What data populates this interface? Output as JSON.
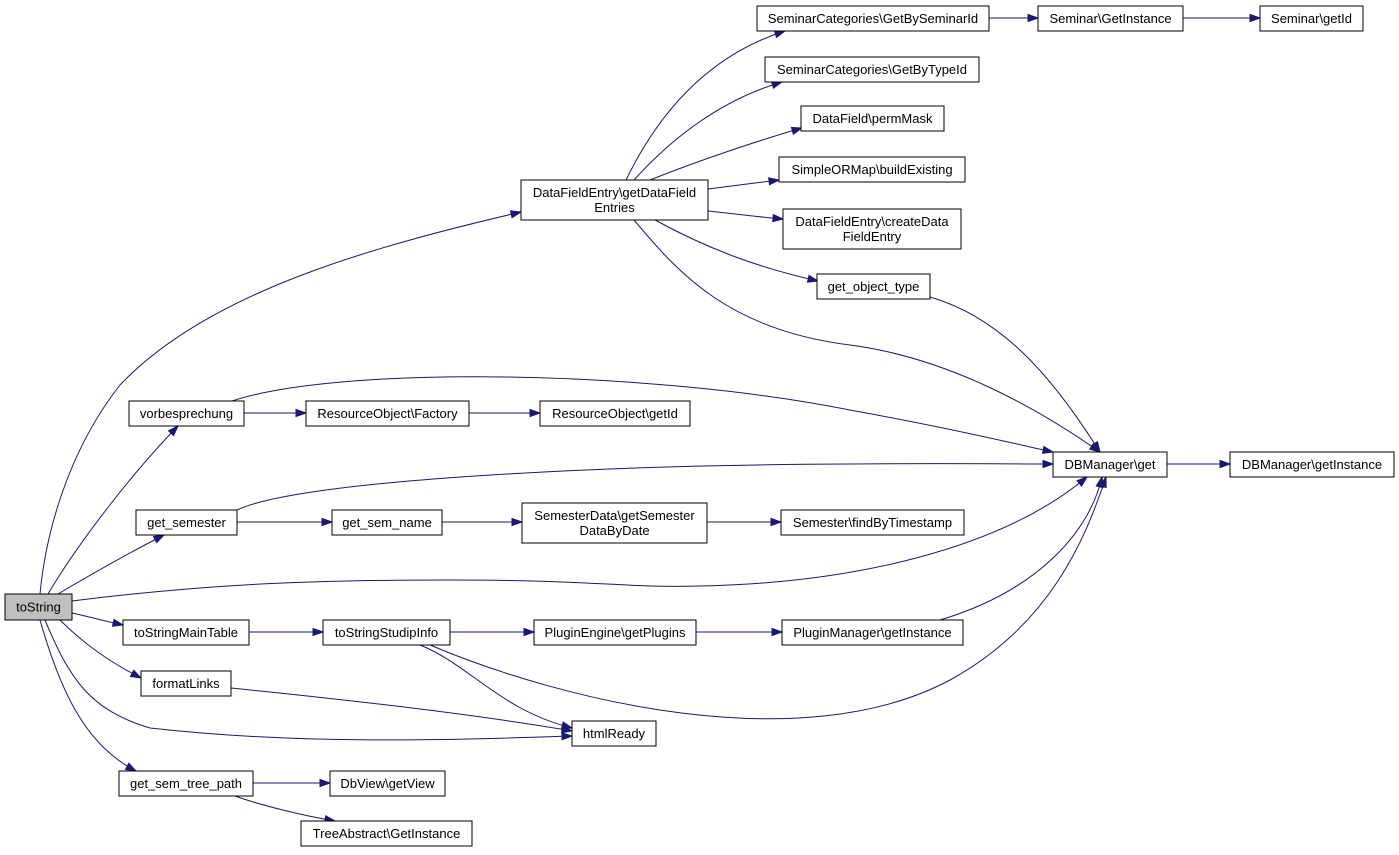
{
  "diagram": {
    "nodes": [
      {
        "id": "toString",
        "lines": [
          "toString"
        ],
        "root": true
      },
      {
        "id": "getDataFieldEntries",
        "lines": [
          "DataFieldEntry\\getDataField",
          "Entries"
        ]
      },
      {
        "id": "scGetBySeminarId",
        "lines": [
          "SeminarCategories\\GetBySeminarId"
        ]
      },
      {
        "id": "seminarGetInstance",
        "lines": [
          "Seminar\\GetInstance"
        ]
      },
      {
        "id": "seminarGetId",
        "lines": [
          "Seminar\\getId"
        ]
      },
      {
        "id": "scGetByTypeId",
        "lines": [
          "SeminarCategories\\GetByTypeId"
        ]
      },
      {
        "id": "permMask",
        "lines": [
          "DataField\\permMask"
        ]
      },
      {
        "id": "buildExisting",
        "lines": [
          "SimpleORMap\\buildExisting"
        ]
      },
      {
        "id": "createDataFieldEntry",
        "lines": [
          "DataFieldEntry\\createData",
          "FieldEntry"
        ]
      },
      {
        "id": "getObjectType",
        "lines": [
          "get_object_type"
        ]
      },
      {
        "id": "vorbesprechung",
        "lines": [
          "vorbesprechung"
        ]
      },
      {
        "id": "roFactory",
        "lines": [
          "ResourceObject\\Factory"
        ]
      },
      {
        "id": "roGetId",
        "lines": [
          "ResourceObject\\getId"
        ]
      },
      {
        "id": "dbGet",
        "lines": [
          "DBManager\\get"
        ]
      },
      {
        "id": "dbGetInstance",
        "lines": [
          "DBManager\\getInstance"
        ]
      },
      {
        "id": "getSemester",
        "lines": [
          "get_semester"
        ]
      },
      {
        "id": "getSemName",
        "lines": [
          "get_sem_name"
        ]
      },
      {
        "id": "semesterDataByDate",
        "lines": [
          "SemesterData\\getSemester",
          "DataByDate"
        ]
      },
      {
        "id": "findByTimestamp",
        "lines": [
          "Semester\\findByTimestamp"
        ]
      },
      {
        "id": "toStringMainTable",
        "lines": [
          "toStringMainTable"
        ]
      },
      {
        "id": "toStringStudipInfo",
        "lines": [
          "toStringStudipInfo"
        ]
      },
      {
        "id": "getPlugins",
        "lines": [
          "PluginEngine\\getPlugins"
        ]
      },
      {
        "id": "pmGetInstance",
        "lines": [
          "PluginManager\\getInstance"
        ]
      },
      {
        "id": "formatLinks",
        "lines": [
          "formatLinks"
        ]
      },
      {
        "id": "htmlReady",
        "lines": [
          "htmlReady"
        ]
      },
      {
        "id": "getSemTreePath",
        "lines": [
          "get_sem_tree_path"
        ]
      },
      {
        "id": "getView",
        "lines": [
          "DbView\\getView"
        ]
      },
      {
        "id": "treeGetInstance",
        "lines": [
          "TreeAbstract\\GetInstance"
        ]
      }
    ],
    "edges": [
      {
        "from": "toString",
        "to": "getDataFieldEntries"
      },
      {
        "from": "toString",
        "to": "vorbesprechung"
      },
      {
        "from": "toString",
        "to": "getSemester"
      },
      {
        "from": "toString",
        "to": "dbGet"
      },
      {
        "from": "toString",
        "to": "toStringMainTable"
      },
      {
        "from": "toString",
        "to": "formatLinks"
      },
      {
        "from": "toString",
        "to": "htmlReady"
      },
      {
        "from": "toString",
        "to": "getSemTreePath"
      },
      {
        "from": "getDataFieldEntries",
        "to": "scGetBySeminarId"
      },
      {
        "from": "getDataFieldEntries",
        "to": "scGetByTypeId"
      },
      {
        "from": "getDataFieldEntries",
        "to": "permMask"
      },
      {
        "from": "getDataFieldEntries",
        "to": "buildExisting"
      },
      {
        "from": "getDataFieldEntries",
        "to": "createDataFieldEntry"
      },
      {
        "from": "getDataFieldEntries",
        "to": "getObjectType"
      },
      {
        "from": "getDataFieldEntries",
        "to": "dbGet"
      },
      {
        "from": "scGetBySeminarId",
        "to": "seminarGetInstance"
      },
      {
        "from": "seminarGetInstance",
        "to": "seminarGetId"
      },
      {
        "from": "getObjectType",
        "to": "dbGet"
      },
      {
        "from": "vorbesprechung",
        "to": "roFactory"
      },
      {
        "from": "vorbesprechung",
        "to": "dbGet"
      },
      {
        "from": "roFactory",
        "to": "roGetId"
      },
      {
        "from": "dbGet",
        "to": "dbGetInstance"
      },
      {
        "from": "getSemester",
        "to": "getSemName"
      },
      {
        "from": "getSemester",
        "to": "dbGet"
      },
      {
        "from": "getSemName",
        "to": "semesterDataByDate"
      },
      {
        "from": "semesterDataByDate",
        "to": "findByTimestamp"
      },
      {
        "from": "toStringMainTable",
        "to": "toStringStudipInfo"
      },
      {
        "from": "toStringStudipInfo",
        "to": "getPlugins"
      },
      {
        "from": "toStringStudipInfo",
        "to": "htmlReady"
      },
      {
        "from": "toStringStudipInfo",
        "to": "dbGet"
      },
      {
        "from": "getPlugins",
        "to": "pmGetInstance"
      },
      {
        "from": "pmGetInstance",
        "to": "dbGet"
      },
      {
        "from": "formatLinks",
        "to": "htmlReady"
      },
      {
        "from": "getSemTreePath",
        "to": "getView"
      },
      {
        "from": "getSemTreePath",
        "to": "treeGetInstance"
      }
    ]
  }
}
